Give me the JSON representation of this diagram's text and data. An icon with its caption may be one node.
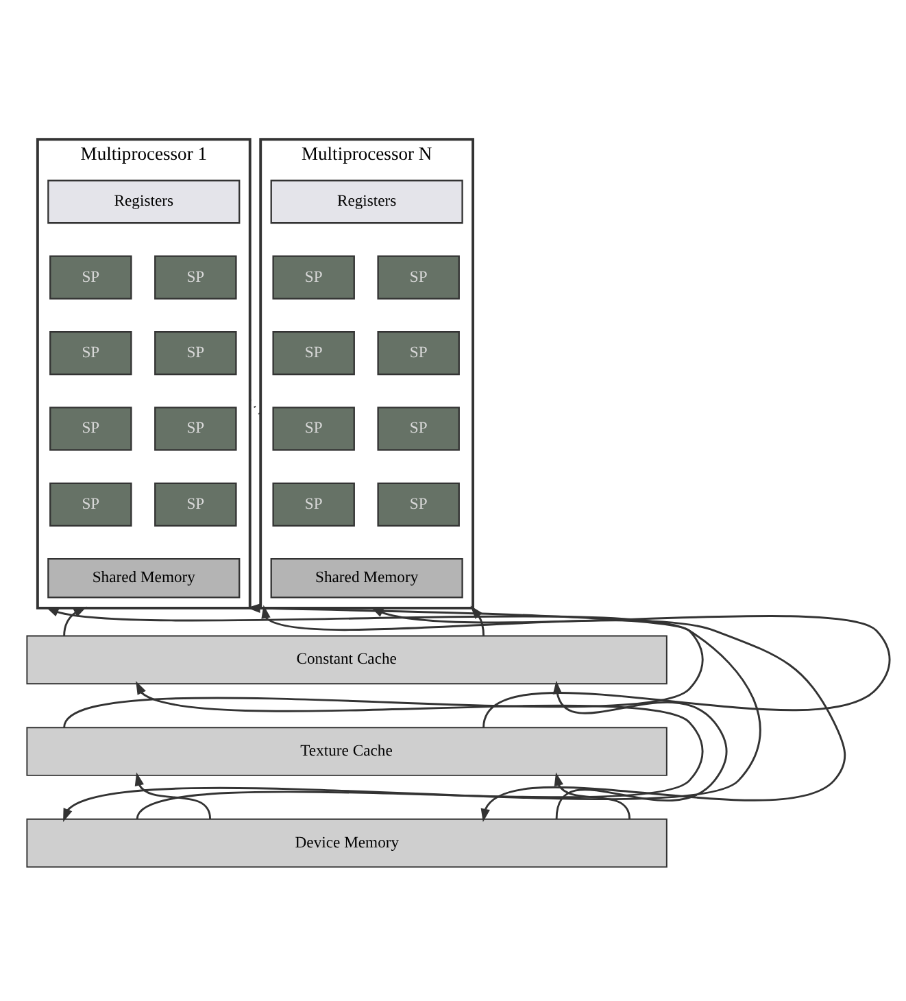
{
  "diagram": {
    "nodes": [
      {
        "text": [
          "Multiprocessor 1"
        ]
      },
      {
        "text": [
          "Registers"
        ],
        "in": 0
      },
      {
        "text": [
          "SP"
        ],
        "in": 0
      },
      {
        "text": [
          "SP"
        ],
        "in": 0
      },
      {
        "text": [
          "SP"
        ],
        "in": 0
      },
      {
        "text": [
          "SP"
        ],
        "in": 0
      },
      {
        "text": [
          "SP"
        ],
        "in": 0
      },
      {
        "text": [
          "SP"
        ],
        "in": 0
      },
      {
        "text": [
          "SP"
        ],
        "in": 0
      },
      {
        "text": [
          "SP"
        ],
        "in": 0
      },
      {
        "text": [
          "Shared Memory"
        ],
        "in": 0
      },
      {
        "text": [
          "Multiprocessor N"
        ]
      },
      {
        "text": [
          "Registers"
        ],
        "in": 11
      },
      {
        "text": [
          "SP"
        ],
        "in": 11
      },
      {
        "text": [
          "SP"
        ],
        "in": 11
      },
      {
        "text": [
          "SP"
        ],
        "in": 11
      },
      {
        "text": [
          "SP"
        ],
        "in": 11
      },
      {
        "text": [
          "SP"
        ],
        "in": 11
      },
      {
        "text": [
          "SP"
        ],
        "in": 11
      },
      {
        "text": [
          "SP"
        ],
        "in": 11
      },
      {
        "text": [
          "SP"
        ],
        "in": 11
      },
      {
        "text": [
          "Shared Memory"
        ],
        "in": 11
      },
      {
        "text": [
          "Constant Cache"
        ]
      },
      {
        "text": [
          "Texture Cache"
        ]
      },
      {
        "text": [
          "Device Memory"
        ]
      }
    ],
    "edges": [
      {
        "from": 0,
        "to": 11,
        "arrow": "none",
        "style": "dashed"
      },
      {
        "from": 0,
        "to": 24,
        "arrow": "both"
      },
      {
        "from": 23,
        "to": 0,
        "arrow": "to"
      },
      {
        "from": 22,
        "to": 0,
        "arrow": "to"
      },
      {
        "from": 24,
        "to": 22,
        "arrow": "to"
      },
      {
        "from": 24,
        "to": 23,
        "arrow": "to"
      },
      {
        "from": 11,
        "to": 24,
        "arrow": "both"
      },
      {
        "from": 23,
        "to": 11,
        "arrow": "to"
      },
      {
        "from": 22,
        "to": 11,
        "arrow": "to"
      },
      {
        "from": 24,
        "to": 22,
        "arrow": "to"
      },
      {
        "from": 24,
        "to": 23,
        "arrow": "to"
      }
    ]
  }
}
